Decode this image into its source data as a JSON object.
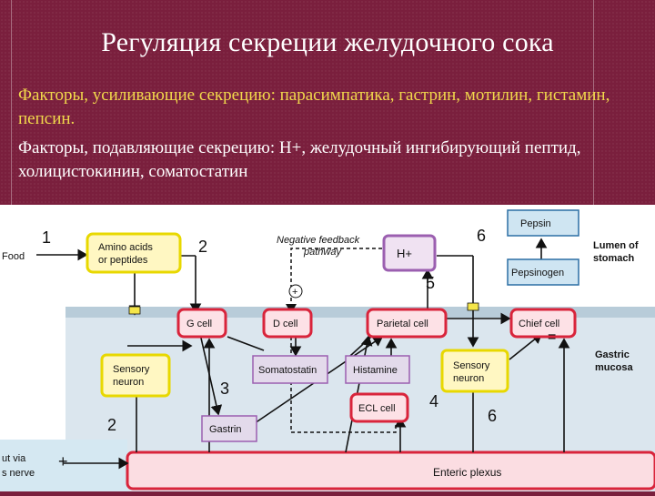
{
  "slide": {
    "title": "Регуляция секреции желудочного сока",
    "enhancing": "Факторы, усиливающие секрецию: парасимпатика, гастрин, мотилин, гистамин, пепсин.",
    "suppressing": "Факторы, подавляющие секрецию: Н+, желудочный ингибирующий пептид, холицистокинин, соматостатин"
  },
  "diagram": {
    "food": "Food",
    "amino_line1": "Amino acids",
    "amino_line2": "or peptides",
    "feedback_line1": "Negative feedback",
    "feedback_line2": "pathway",
    "h_plus": "H+",
    "pepsin": "Pepsin",
    "pepsinogen": "Pepsinogen",
    "lumen_line1": "Lumen of",
    "lumen_line2": "stomach",
    "g_cell": "G cell",
    "d_cell": "D cell",
    "parietal_cell": "Parietal cell",
    "chief_cell": "Chief cell",
    "mucosa_line1": "Gastric",
    "mucosa_line2": "mucosa",
    "sensory_left_line1": "Sensory",
    "sensory_left_line2": "neuron",
    "sensory_right_line1": "Sensory",
    "sensory_right_line2": "neuron",
    "somatostatin": "Somatostatin",
    "histamine": "Histamine",
    "ecl_cell": "ECL cell",
    "gastrin": "Gastrin",
    "enteric_plexus": "Enteric plexus",
    "input_line1": "ut via",
    "input_line2": "s nerve",
    "plus_small": "+",
    "plus_big": "+",
    "minus": "=",
    "n1": "1",
    "n2a": "2",
    "n2b": "2",
    "n3": "3",
    "n4": "4",
    "n5": "5",
    "n6a": "6",
    "n6b": "6"
  }
}
